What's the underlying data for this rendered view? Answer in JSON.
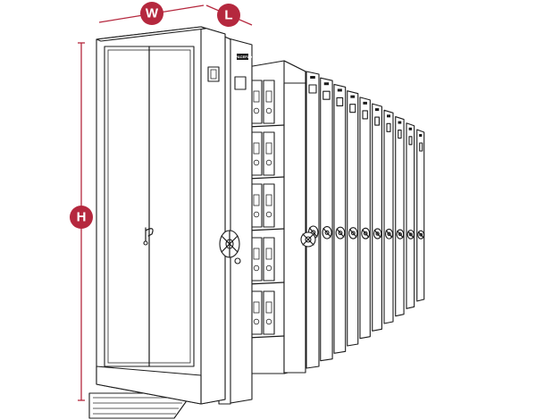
{
  "dimensions": {
    "width_label": "W",
    "length_label": "L",
    "height_label": "H"
  },
  "colors": {
    "dimension": "#b5283e",
    "outline": "#1c1c1c",
    "fill": "#ffffff"
  },
  "brand_label": "SPACEFLO",
  "rear_unit_count": 10
}
